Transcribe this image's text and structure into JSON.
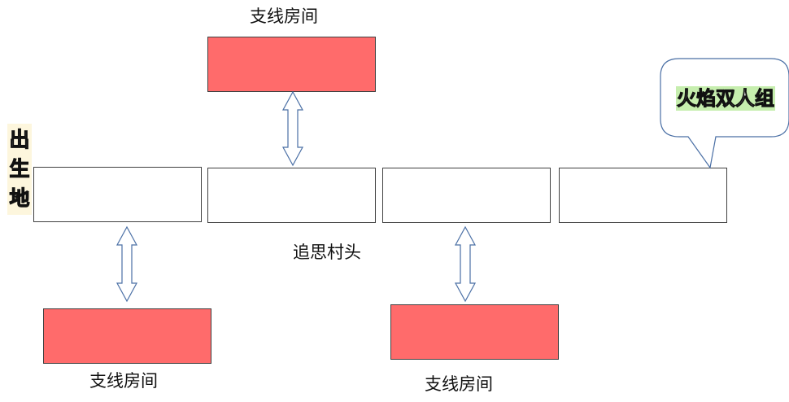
{
  "labels": {
    "branch_room_top": "支线房间",
    "branch_room_bottom_left": "支线房间",
    "branch_room_bottom_right": "支线房间",
    "birthplace": [
      "出",
      "生",
      "地"
    ],
    "village_label": "追思村头",
    "callout": "火焰双人组"
  },
  "colors": {
    "branch_room_fill": "#ff6b6b",
    "main_room_fill": "#ffffff",
    "arrow_fill": "#ffffff",
    "arrow_stroke": "#4a6fa5",
    "callout_highlight": "#c6eeae",
    "birthplace_highlight": "#fdf6dd"
  }
}
